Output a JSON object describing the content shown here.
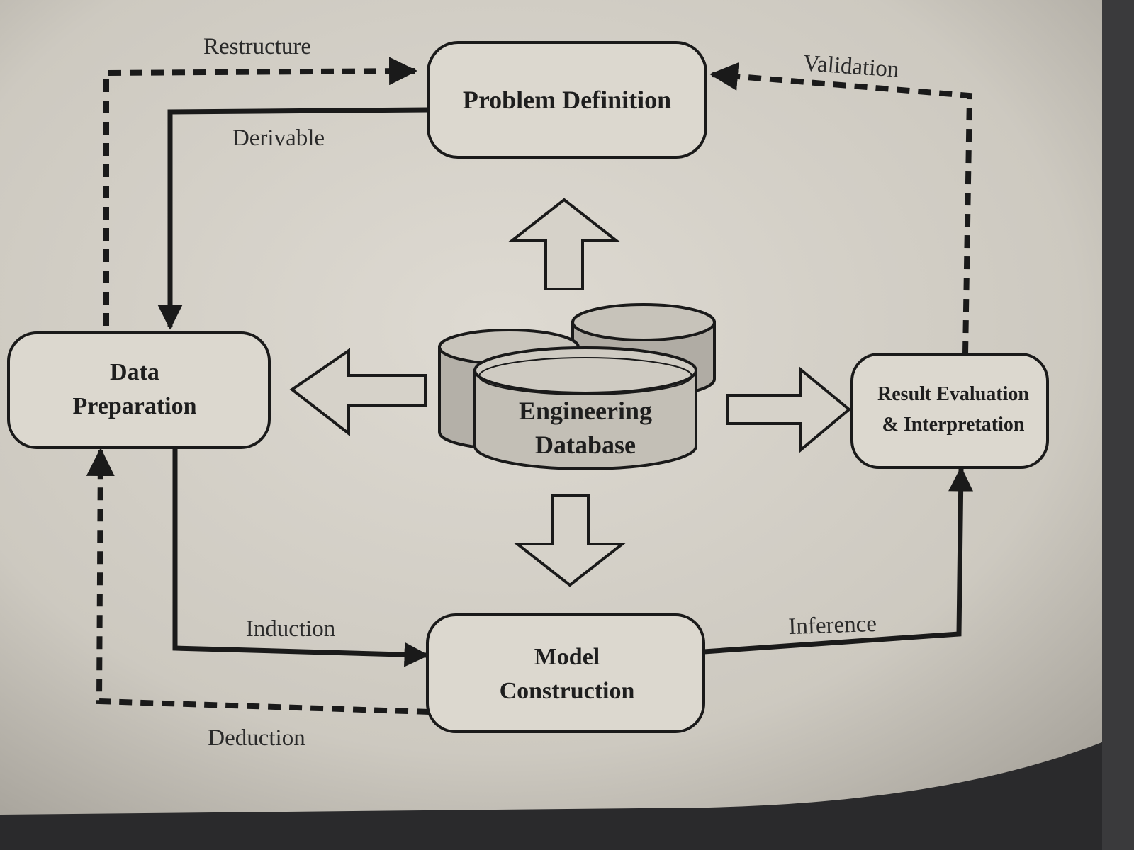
{
  "nodes": {
    "problem_definition": "Problem Definition",
    "data_preparation": [
      "Data",
      "Preparation"
    ],
    "model_construction": [
      "Model",
      "Construction"
    ],
    "result_evaluation": [
      "Result Evaluation",
      "& Interpretation"
    ],
    "engineering_database": [
      "Engineering",
      "Database"
    ]
  },
  "edges": {
    "restructure": "Restructure",
    "derivable": "Derivable",
    "validation": "Validation",
    "induction": "Induction",
    "inference": "Inference",
    "deduction": "Deduction"
  },
  "colors": {
    "paper": "#d3cfc6",
    "box_fill": "#dcd8cf",
    "line": "#1a1a1a",
    "cylinder_side": "#b4b0a8",
    "cylinder_top": "#c9c5bc"
  }
}
